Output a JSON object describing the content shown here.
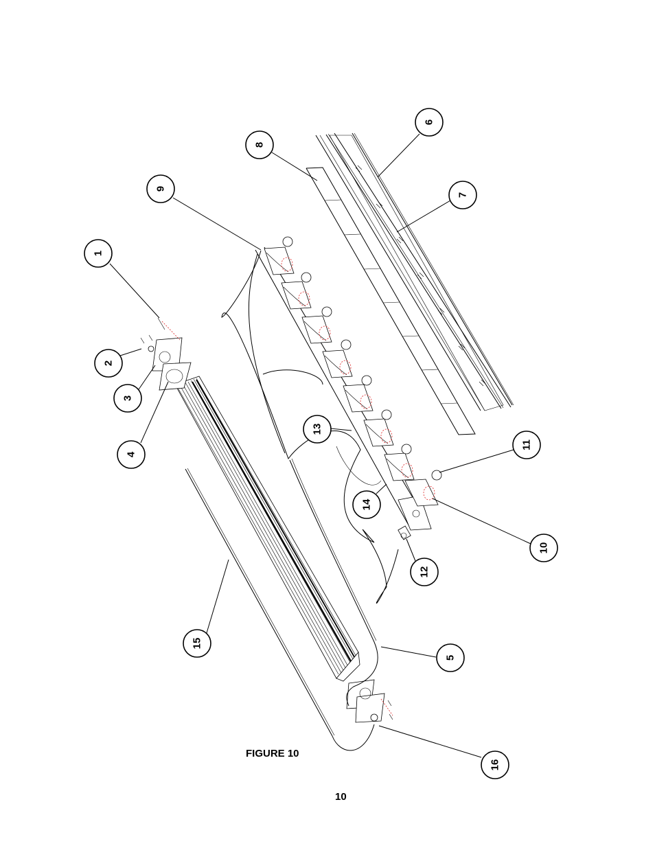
{
  "figure": {
    "caption": "FIGURE 10",
    "page_number": "10"
  },
  "callouts": [
    "1",
    "2",
    "3",
    "4",
    "5",
    "6",
    "7",
    "8",
    "9",
    "10",
    "11",
    "12",
    "13",
    "14",
    "15",
    "16"
  ]
}
